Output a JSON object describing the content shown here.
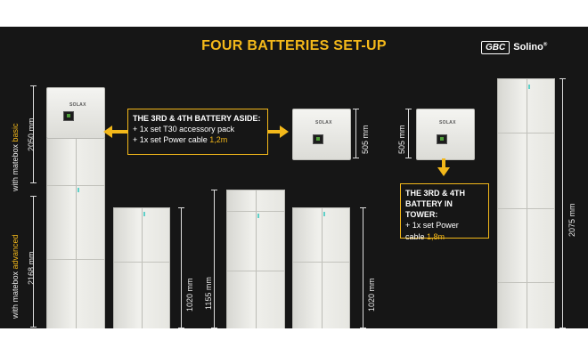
{
  "title": "FOUR BATTERIES  SET-UP",
  "logo": {
    "box": "GBC",
    "text": "Solino",
    "mark": "®"
  },
  "inverter_brand": "SOLAX",
  "callout_aside": {
    "heading": "THE 3RD & 4TH BATTERY ASIDE:",
    "line1": "+ 1x set T30 accessory pack",
    "line2_prefix": "+ 1x set Power cable ",
    "line2_value": "1,2m"
  },
  "callout_tower": {
    "heading1": "THE 3RD & 4TH",
    "heading2": "BATTERY IN TOWER:",
    "line1": "+ 1x set Power",
    "line2_prefix": "cable ",
    "line2_value": "1,8m"
  },
  "labels": {
    "with_matebox_basic_prefix": "with matebox ",
    "basic": "basic",
    "with_matebox_advanced_prefix": "with matebox ",
    "advanced": "advanced"
  },
  "dimensions": {
    "tower_basic": "2050 mm",
    "tower_advanced": "2168 mm",
    "stack_a": "1020 mm",
    "stack_b": "1155 mm",
    "stack_c": "1020 mm",
    "inverter_a": "505 mm",
    "inverter_b": "505 mm",
    "tower_right": "2075 mm"
  },
  "colors": {
    "accent": "#f3b81a",
    "background": "#161616",
    "text": "#ffffff"
  }
}
